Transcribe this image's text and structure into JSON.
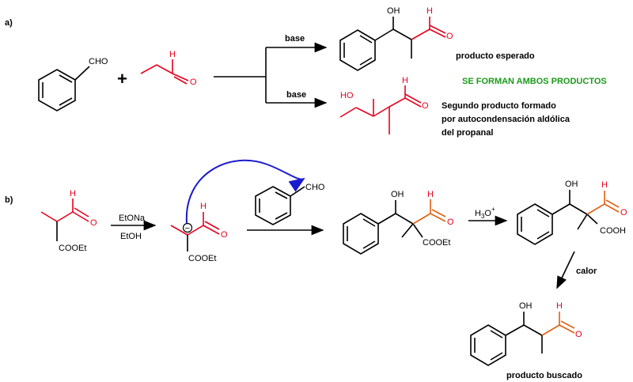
{
  "section_a": {
    "label": "a)",
    "plus": "+",
    "reagent_benzaldehyde": "CHO",
    "propanal_h": "H",
    "propanal_o": "O",
    "arrow1_label": "base",
    "arrow2_label": "base",
    "product1_oh": "OH",
    "product1_h": "H",
    "product1_o": "O",
    "product1_caption": "producto esperado",
    "highlight": "SE FORMAN AMBOS PRODUCTOS",
    "product2_ho": "HO",
    "product2_h": "H",
    "product2_o": "O",
    "product2_caption_l1": "Segundo producto formado",
    "product2_caption_l2": "por autocondensación aldólica",
    "product2_caption_l3": "del propanal",
    "colors": {
      "reactant_red": "#e8001c",
      "highlight_green": "#1a9a1a"
    }
  },
  "section_b": {
    "label": "b)",
    "start_h": "H",
    "start_o": "O",
    "start_ester": "COOEt",
    "reagent_top": "EtONa",
    "reagent_bottom": "EtOH",
    "enolate_charge": "−",
    "enolate_h": "H",
    "enolate_o": "O",
    "enolate_ester": "COOEt",
    "benzaldehyde_cho": "CHO",
    "adduct_oh": "OH",
    "adduct_h": "H",
    "adduct_o": "O",
    "adduct_ester": "COOEt",
    "hydrolysis_reagent": "H",
    "hydrolysis_sub": "3",
    "hydrolysis_o": "O",
    "hydrolysis_sup": "+",
    "acid_oh": "OH",
    "acid_h": "H",
    "acid_o": "O",
    "acid_cooh": "COOH",
    "heat_label": "calor",
    "final_oh": "OH",
    "final_h": "H",
    "final_o": "O",
    "final_caption": "producto buscado",
    "colors": {
      "orange": "#e06010",
      "curved_arrow": "#1a1ad0"
    }
  }
}
